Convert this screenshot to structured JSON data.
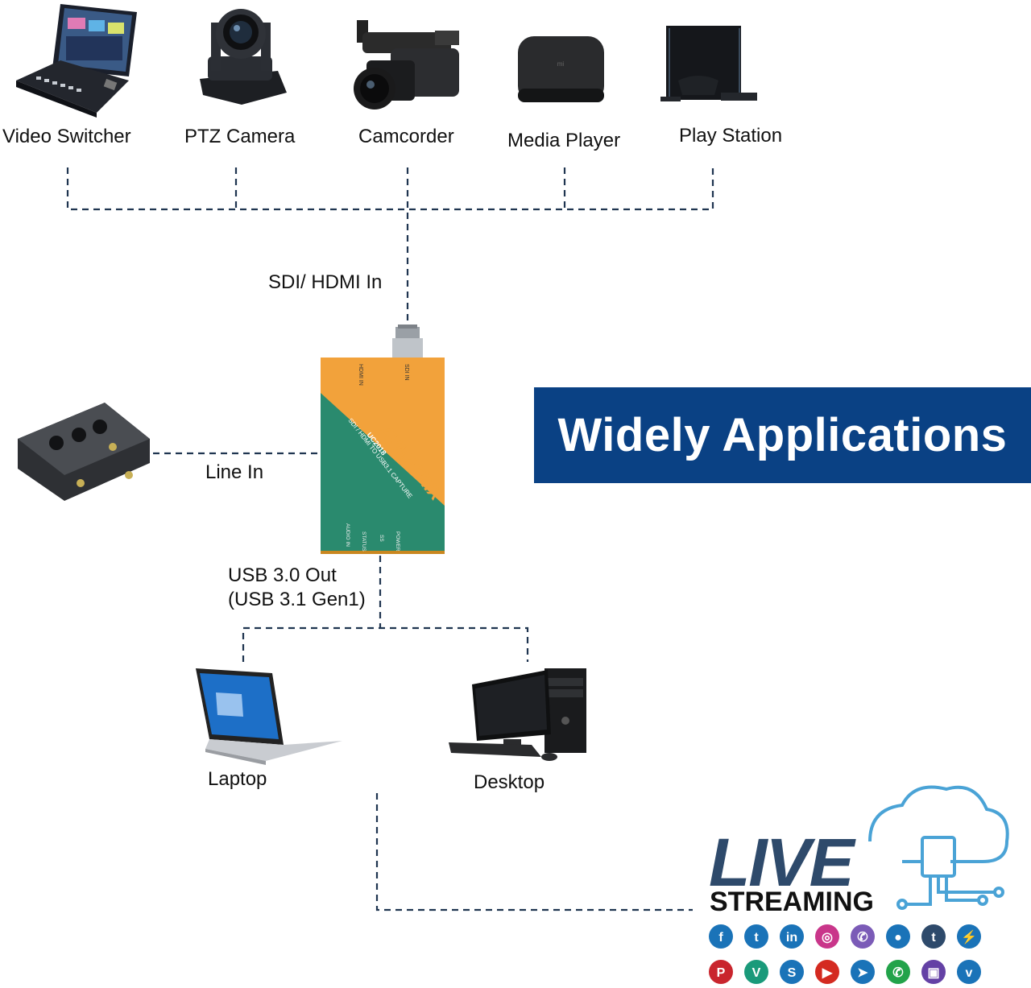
{
  "title": "Widely Applications",
  "sources": [
    {
      "label": "Video Switcher",
      "icon": "video-switcher-icon"
    },
    {
      "label": "PTZ Camera",
      "icon": "ptz-camera-icon"
    },
    {
      "label": "Camcorder",
      "icon": "camcorder-icon"
    },
    {
      "label": "Media Player",
      "icon": "media-player-icon"
    },
    {
      "label": "Play Station",
      "icon": "play-station-icon"
    }
  ],
  "connections": {
    "sdi_hdmi_in": "SDI/ HDMI In",
    "line_in": "Line In",
    "usb_out_line1": "USB 3.0 Out",
    "usb_out_line2": "(USB 3.1 Gen1)"
  },
  "device": {
    "brand": "AVMATRIX",
    "subtitle": "SDI / HDMI TO USB3.1 CAPTURE",
    "model": "UC2018",
    "port_hdmi": "HDMI IN",
    "port_sdi": "SDI IN",
    "port_audio": "AUDIO IN",
    "port_status": "STATUS",
    "port_usb": "SS",
    "port_power": "POWER"
  },
  "outputs": [
    {
      "label": "Laptop",
      "icon": "laptop-icon"
    },
    {
      "label": "Desktop",
      "icon": "desktop-computer-icon"
    }
  ],
  "audio_source_icon": "audio-mixer-icon",
  "live": {
    "line1": "LIVE",
    "line2": "STREAMING",
    "social_icons": [
      "facebook",
      "twitter",
      "linkedin",
      "instagram",
      "viber",
      "periscope",
      "tumblr",
      "messenger",
      "pinterest",
      "vine",
      "skype",
      "youtube",
      "telegram",
      "whatsapp",
      "twitch",
      "vimeo"
    ]
  },
  "colors": {
    "banner": "#0a4184",
    "device_orange": "#f2a23b",
    "device_green": "#2a8a6e",
    "line_dash": "#1f3550",
    "live_dark": "#2e4a6b",
    "cloud": "#4aa3d6",
    "social_blue": "#1a73b8"
  }
}
